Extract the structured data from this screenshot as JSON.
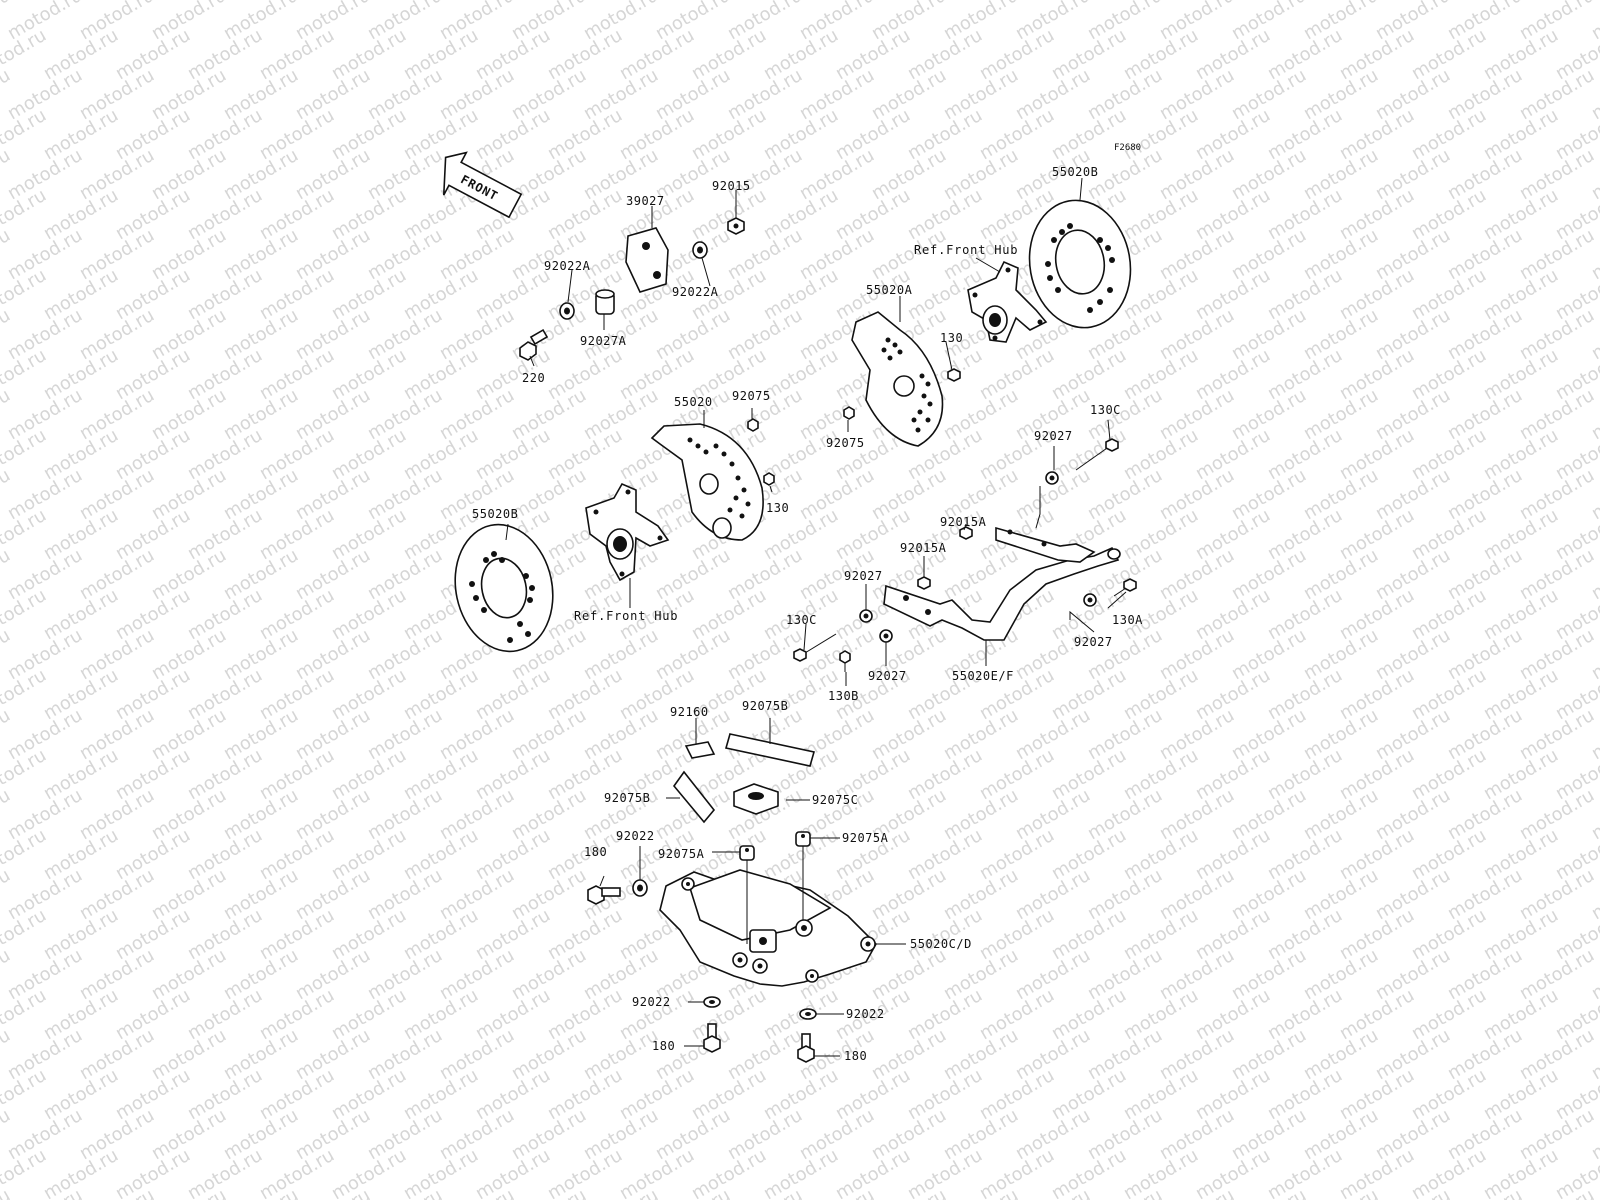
{
  "watermark": {
    "text": "motod.ru",
    "color": "#d6d6d6"
  },
  "diagram_code": "F2680",
  "front_arrow": {
    "label": "FRONT"
  },
  "labels": [
    {
      "id": "39027",
      "text": "39027"
    },
    {
      "id": "92015",
      "text": "92015"
    },
    {
      "id": "92022A-top",
      "text": "92022A"
    },
    {
      "id": "92022A-right",
      "text": "92022A"
    },
    {
      "id": "92027A",
      "text": "92027A"
    },
    {
      "id": "220",
      "text": "220"
    },
    {
      "id": "55020B-top",
      "text": "55020B"
    },
    {
      "id": "ref-hub-top",
      "text": "Ref.Front Hub"
    },
    {
      "id": "55020A",
      "text": "55020A"
    },
    {
      "id": "130-top",
      "text": "130"
    },
    {
      "id": "92075-top",
      "text": "92075"
    },
    {
      "id": "55020",
      "text": "55020"
    },
    {
      "id": "92075-mid",
      "text": "92075"
    },
    {
      "id": "130-mid",
      "text": "130"
    },
    {
      "id": "130C-top",
      "text": "130C"
    },
    {
      "id": "92027-top",
      "text": "92027"
    },
    {
      "id": "55020B-left",
      "text": "55020B"
    },
    {
      "id": "ref-hub-left",
      "text": "Ref.Front Hub"
    },
    {
      "id": "92015A-top",
      "text": "92015A"
    },
    {
      "id": "92015A-mid",
      "text": "92015A"
    },
    {
      "id": "92027-mid",
      "text": "92027"
    },
    {
      "id": "130A",
      "text": "130A"
    },
    {
      "id": "92027-right",
      "text": "92027"
    },
    {
      "id": "130C-bottom",
      "text": "130C"
    },
    {
      "id": "92027-bottom",
      "text": "92027"
    },
    {
      "id": "55020EF",
      "text": "55020E/F"
    },
    {
      "id": "130B",
      "text": "130B"
    },
    {
      "id": "92160",
      "text": "92160"
    },
    {
      "id": "92075B-top",
      "text": "92075B"
    },
    {
      "id": "92075B-left",
      "text": "92075B"
    },
    {
      "id": "92075C",
      "text": "92075C"
    },
    {
      "id": "180-left",
      "text": "180"
    },
    {
      "id": "92022-left",
      "text": "92022"
    },
    {
      "id": "92075A-left",
      "text": "92075A"
    },
    {
      "id": "92075A-right",
      "text": "92075A"
    },
    {
      "id": "55020CD",
      "text": "55020C/D"
    },
    {
      "id": "92022-bl",
      "text": "92022"
    },
    {
      "id": "92022-br",
      "text": "92022"
    },
    {
      "id": "180-bl",
      "text": "180"
    },
    {
      "id": "180-br",
      "text": "180"
    }
  ]
}
